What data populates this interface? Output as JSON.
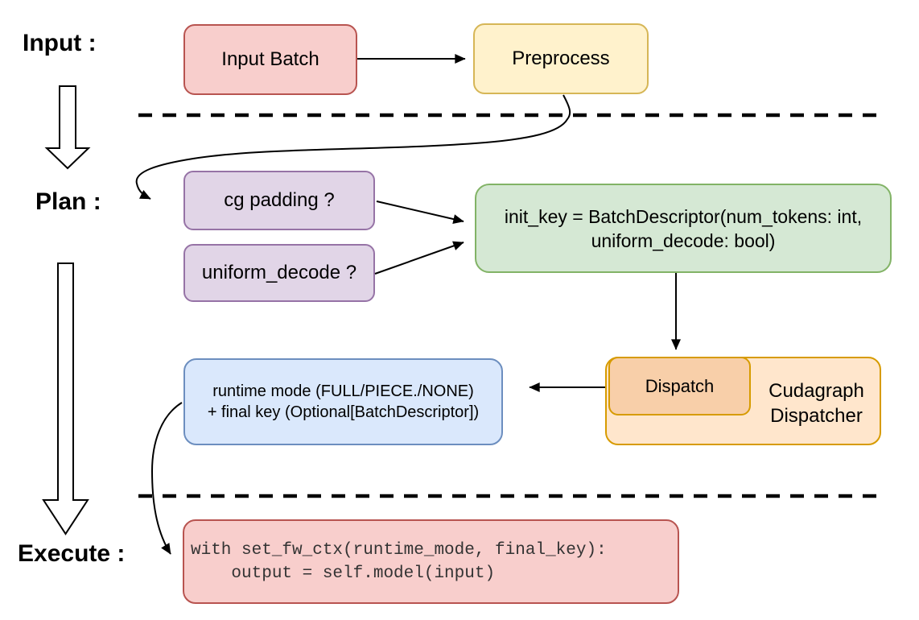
{
  "section_labels": {
    "input": "Input :",
    "plan": "Plan :",
    "execute": "Execute :"
  },
  "nodes": {
    "input_batch": {
      "label": "Input Batch"
    },
    "preprocess": {
      "label": "Preprocess"
    },
    "cg_padding": {
      "label": "cg padding ?"
    },
    "uniform_decode": {
      "label": "uniform_decode ?"
    },
    "init_key": {
      "line1": "init_key = BatchDescriptor(num_tokens: int,",
      "line2": "uniform_decode: bool)"
    },
    "dispatch": {
      "label": "Dispatch"
    },
    "cudagraph_dispatcher": {
      "label": "Cudagraph Dispatcher"
    },
    "runtime_result": {
      "line1": "runtime mode (FULL/PIECE./NONE)",
      "line2": "+ final key (Optional[BatchDescriptor])"
    },
    "execute_code": {
      "line1": "with set_fw_ctx(runtime_mode, final_key):",
      "line2": "    output = self.model(input)"
    }
  },
  "edges": [
    "Input Batch -> Preprocess",
    "Preprocess -> cg padding ?",
    "cg padding ? -> init_key",
    "uniform_decode ? -> init_key",
    "init_key -> Dispatch",
    "Dispatch -> runtime mode + final key",
    "runtime mode + final key -> execute code"
  ],
  "colors": {
    "red_fill": "#f8cecc",
    "red_stroke": "#b85450",
    "yellow_fill": "#fff2cc",
    "yellow_stroke": "#d6b656",
    "purple_fill": "#e1d5e7",
    "purple_stroke": "#9673a6",
    "green_fill": "#d5e8d4",
    "green_stroke": "#82b366",
    "orange_fill": "#ffe6cc",
    "orange_inner_fill": "#f8cfa9",
    "orange_stroke": "#d79b00",
    "blue_fill": "#dae8fc",
    "blue_stroke": "#6c8ebf",
    "line_color": "#000000"
  }
}
